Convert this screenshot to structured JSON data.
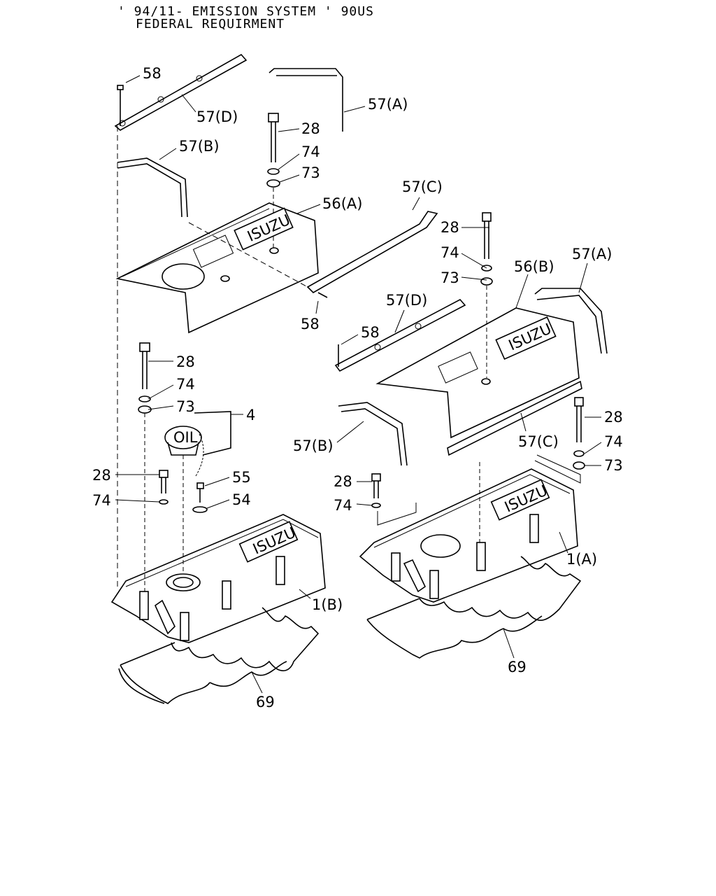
{
  "header": {
    "line1": "' 94/11- EMISSION SYSTEM ' 90US",
    "line2": "FEDERAL REQUIRMENT"
  },
  "labels": {
    "l58a": "58",
    "l57Da": "57(D)",
    "l57Aa": "57(A)",
    "l57Ba": "57(B)",
    "l28a": "28",
    "l74a": "74",
    "l73a": "73",
    "l56A": "56(A)",
    "l57Ca": "57(C)",
    "l58b": "58",
    "l28b": "28",
    "l74b": "74",
    "l73b": "73",
    "l56B": "56(B)",
    "l57Ab": "57(A)",
    "l57Db": "57(D)",
    "l58c": "58",
    "l28c": "28",
    "l74c": "74",
    "l73c": "73",
    "l4": "4",
    "l28d": "28",
    "l55": "55",
    "l74d": "74",
    "l54": "54",
    "l57Bb": "57(B)",
    "l57Cb": "57(C)",
    "l28e": "28",
    "l74e": "74",
    "l73e": "73",
    "l28f": "28",
    "l74f": "74",
    "l1A": "1(A)",
    "l1B": "1(B)",
    "l69a": "69",
    "l69b": "69",
    "badge": "ISUZU"
  }
}
